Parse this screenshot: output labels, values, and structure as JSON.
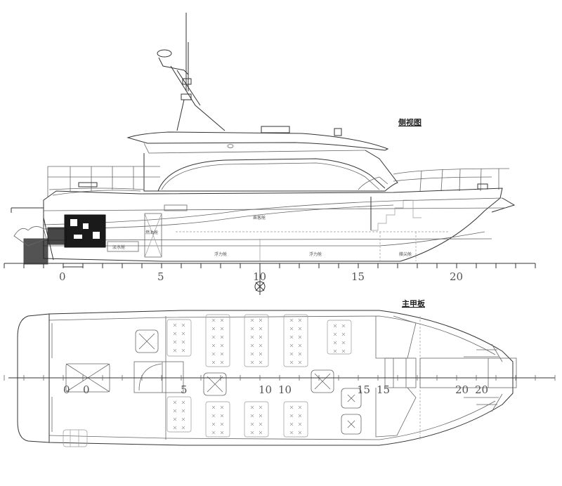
{
  "side_view": {
    "title": "侧视图",
    "compartments": {
      "passenger_cabin": "乘客舱",
      "fuel_tank": "燃油舱",
      "fresh_water_tank": "淡水舱",
      "buoyancy_tank_1": "浮力舱",
      "buoyancy_tank_2": "浮力舱",
      "fore_peak_tank": "艏尖舱"
    },
    "scale_labels": [
      "0",
      "5",
      "10",
      "15",
      "20"
    ]
  },
  "top_view": {
    "title": "主甲板",
    "scale_labels": [
      "0",
      "0",
      "5",
      "10",
      "10",
      "15",
      "15",
      "20",
      "20"
    ]
  }
}
